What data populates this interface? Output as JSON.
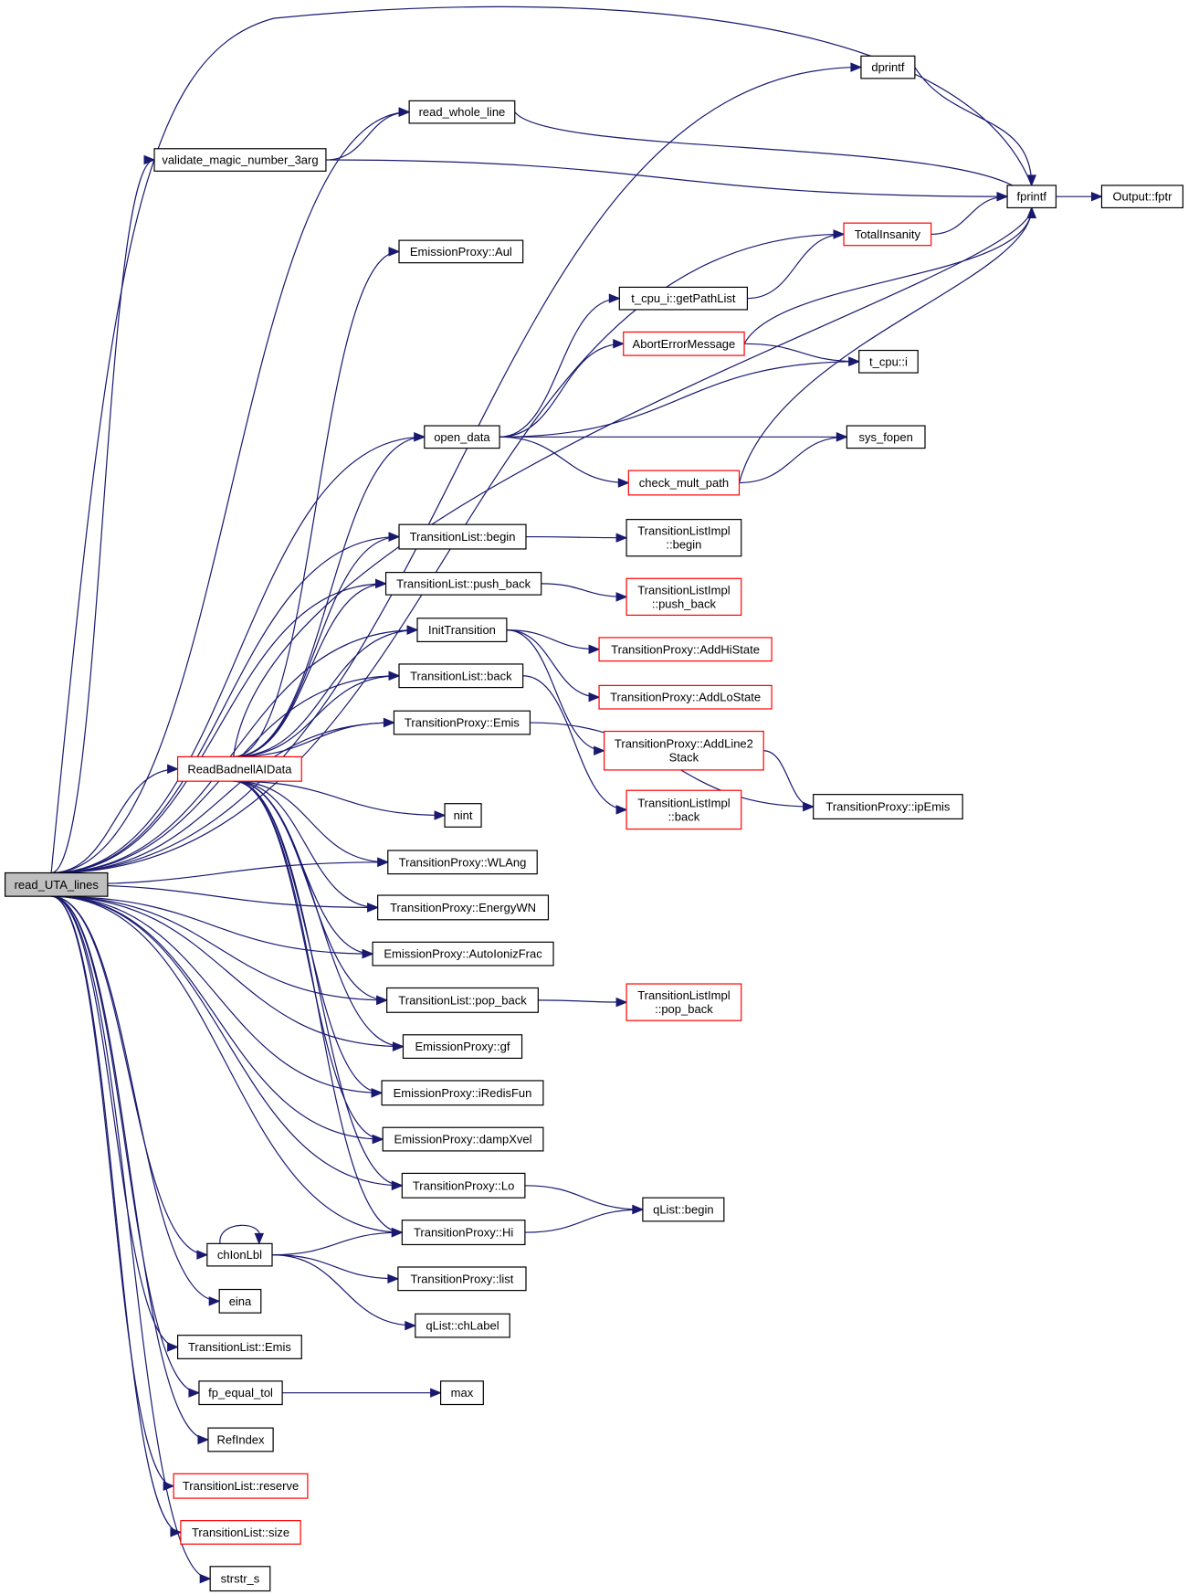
{
  "colors": {
    "edge": "#191970",
    "normal_border": "#000000",
    "truncated_border": "#ff0000",
    "root_fill": "#bfbfbf",
    "node_fill": "#ffffff"
  },
  "nodes": {
    "read_UTA_lines": {
      "label": [
        "read_UTA_lines"
      ],
      "style": "root"
    },
    "dprintf": {
      "label": [
        "dprintf"
      ],
      "style": "normal"
    },
    "read_whole_line": {
      "label": [
        "read_whole_line"
      ],
      "style": "normal"
    },
    "validate_magic_number_3arg": {
      "label": [
        "validate_magic_number_3arg"
      ],
      "style": "normal"
    },
    "fprintf": {
      "label": [
        "fprintf"
      ],
      "style": "normal"
    },
    "Output_fptr": {
      "label": [
        "Output::fptr"
      ],
      "style": "normal"
    },
    "TotalInsanity": {
      "label": [
        "TotalInsanity"
      ],
      "style": "truncated"
    },
    "EmissionProxy_Aul": {
      "label": [
        "EmissionProxy::Aul"
      ],
      "style": "normal"
    },
    "t_cpu_i_getPathList": {
      "label": [
        "t_cpu_i::getPathList"
      ],
      "style": "normal"
    },
    "AbortErrorMessage": {
      "label": [
        "AbortErrorMessage"
      ],
      "style": "truncated"
    },
    "t_cpu_i": {
      "label": [
        "t_cpu::i"
      ],
      "style": "normal"
    },
    "open_data": {
      "label": [
        "open_data"
      ],
      "style": "normal"
    },
    "sys_fopen": {
      "label": [
        "sys_fopen"
      ],
      "style": "normal"
    },
    "check_mult_path": {
      "label": [
        "check_mult_path"
      ],
      "style": "truncated"
    },
    "TransitionList_begin": {
      "label": [
        "TransitionList::begin"
      ],
      "style": "normal"
    },
    "TransitionListImpl_begin": {
      "label": [
        "TransitionListImpl",
        "::begin"
      ],
      "style": "normal"
    },
    "TransitionList_push_back": {
      "label": [
        "TransitionList::push_back"
      ],
      "style": "normal"
    },
    "TransitionListImpl_push_back": {
      "label": [
        "TransitionListImpl",
        "::push_back"
      ],
      "style": "truncated"
    },
    "InitTransition": {
      "label": [
        "InitTransition"
      ],
      "style": "normal"
    },
    "TransitionProxy_AddHiState": {
      "label": [
        "TransitionProxy::AddHiState"
      ],
      "style": "truncated"
    },
    "TransitionList_back": {
      "label": [
        "TransitionList::back"
      ],
      "style": "normal"
    },
    "TransitionProxy_AddLoState": {
      "label": [
        "TransitionProxy::AddLoState"
      ],
      "style": "truncated"
    },
    "TransitionProxy_Emis": {
      "label": [
        "TransitionProxy::Emis"
      ],
      "style": "normal"
    },
    "TransitionProxy_AddLine2Stack": {
      "label": [
        "TransitionProxy::AddLine2",
        "Stack"
      ],
      "style": "truncated"
    },
    "ReadBadnellAIData": {
      "label": [
        "ReadBadnellAIData"
      ],
      "style": "truncated"
    },
    "TransitionListImpl_back": {
      "label": [
        "TransitionListImpl",
        "::back"
      ],
      "style": "truncated"
    },
    "TransitionProxy_ipEmis": {
      "label": [
        "TransitionProxy::ipEmis"
      ],
      "style": "normal"
    },
    "nint": {
      "label": [
        "nint"
      ],
      "style": "normal"
    },
    "TransitionProxy_WLAng": {
      "label": [
        "TransitionProxy::WLAng"
      ],
      "style": "normal"
    },
    "TransitionProxy_EnergyWN": {
      "label": [
        "TransitionProxy::EnergyWN"
      ],
      "style": "normal"
    },
    "EmissionProxy_AutoIonizFrac": {
      "label": [
        "EmissionProxy::AutoIonizFrac"
      ],
      "style": "normal"
    },
    "TransitionList_pop_back": {
      "label": [
        "TransitionList::pop_back"
      ],
      "style": "normal"
    },
    "TransitionListImpl_pop_back": {
      "label": [
        "TransitionListImpl",
        "::pop_back"
      ],
      "style": "truncated"
    },
    "EmissionProxy_gf": {
      "label": [
        "EmissionProxy::gf"
      ],
      "style": "normal"
    },
    "EmissionProxy_iRedisFun": {
      "label": [
        "EmissionProxy::iRedisFun"
      ],
      "style": "normal"
    },
    "EmissionProxy_dampXvel": {
      "label": [
        "EmissionProxy::dampXvel"
      ],
      "style": "normal"
    },
    "TransitionProxy_Lo": {
      "label": [
        "TransitionProxy::Lo"
      ],
      "style": "normal"
    },
    "qList_begin": {
      "label": [
        "qList::begin"
      ],
      "style": "normal"
    },
    "chIonLbl": {
      "label": [
        "chIonLbl"
      ],
      "style": "normal"
    },
    "TransitionProxy_Hi": {
      "label": [
        "TransitionProxy::Hi"
      ],
      "style": "normal"
    },
    "TransitionProxy_list": {
      "label": [
        "TransitionProxy::list"
      ],
      "style": "normal"
    },
    "qList_chLabel": {
      "label": [
        "qList::chLabel"
      ],
      "style": "normal"
    },
    "eina": {
      "label": [
        "eina"
      ],
      "style": "normal"
    },
    "TransitionList_Emis": {
      "label": [
        "TransitionList::Emis"
      ],
      "style": "normal"
    },
    "fp_equal_tol": {
      "label": [
        "fp_equal_tol"
      ],
      "style": "normal"
    },
    "max": {
      "label": [
        "max"
      ],
      "style": "normal"
    },
    "RefIndex": {
      "label": [
        "RefIndex"
      ],
      "style": "normal"
    },
    "TransitionList_reserve": {
      "label": [
        "TransitionList::reserve"
      ],
      "style": "truncated"
    },
    "TransitionList_size": {
      "label": [
        "TransitionList::size"
      ],
      "style": "truncated"
    },
    "strstr_s": {
      "label": [
        "strstr_s"
      ],
      "style": "normal"
    }
  },
  "edges": [
    [
      "read_UTA_lines",
      "fprintf"
    ],
    [
      "read_UTA_lines",
      "dprintf"
    ],
    [
      "read_UTA_lines",
      "read_whole_line"
    ],
    [
      "read_UTA_lines",
      "validate_magic_number_3arg"
    ],
    [
      "read_UTA_lines",
      "TotalInsanity"
    ],
    [
      "read_UTA_lines",
      "open_data"
    ],
    [
      "read_UTA_lines",
      "TransitionList_begin"
    ],
    [
      "read_UTA_lines",
      "TransitionList_push_back"
    ],
    [
      "read_UTA_lines",
      "InitTransition"
    ],
    [
      "read_UTA_lines",
      "TransitionList_back"
    ],
    [
      "read_UTA_lines",
      "TransitionProxy_Emis"
    ],
    [
      "read_UTA_lines",
      "ReadBadnellAIData"
    ],
    [
      "read_UTA_lines",
      "TransitionProxy_WLAng"
    ],
    [
      "read_UTA_lines",
      "TransitionProxy_EnergyWN"
    ],
    [
      "read_UTA_lines",
      "EmissionProxy_AutoIonizFrac"
    ],
    [
      "read_UTA_lines",
      "TransitionList_pop_back"
    ],
    [
      "read_UTA_lines",
      "EmissionProxy_gf"
    ],
    [
      "read_UTA_lines",
      "EmissionProxy_iRedisFun"
    ],
    [
      "read_UTA_lines",
      "EmissionProxy_dampXvel"
    ],
    [
      "read_UTA_lines",
      "TransitionProxy_Lo"
    ],
    [
      "read_UTA_lines",
      "TransitionProxy_Hi"
    ],
    [
      "read_UTA_lines",
      "chIonLbl"
    ],
    [
      "read_UTA_lines",
      "eina"
    ],
    [
      "read_UTA_lines",
      "TransitionList_Emis"
    ],
    [
      "read_UTA_lines",
      "fp_equal_tol"
    ],
    [
      "read_UTA_lines",
      "RefIndex"
    ],
    [
      "read_UTA_lines",
      "TransitionList_reserve"
    ],
    [
      "read_UTA_lines",
      "TransitionList_size"
    ],
    [
      "read_UTA_lines",
      "strstr_s"
    ],
    [
      "dprintf",
      "fprintf"
    ],
    [
      "read_whole_line",
      "fprintf"
    ],
    [
      "validate_magic_number_3arg",
      "read_whole_line"
    ],
    [
      "validate_magic_number_3arg",
      "fprintf"
    ],
    [
      "fprintf",
      "Output_fptr"
    ],
    [
      "TotalInsanity",
      "fprintf"
    ],
    [
      "t_cpu_i_getPathList",
      "TotalInsanity"
    ],
    [
      "AbortErrorMessage",
      "fprintf"
    ],
    [
      "AbortErrorMessage",
      "t_cpu_i"
    ],
    [
      "open_data",
      "t_cpu_i_getPathList"
    ],
    [
      "open_data",
      "AbortErrorMessage"
    ],
    [
      "open_data",
      "t_cpu_i"
    ],
    [
      "open_data",
      "sys_fopen"
    ],
    [
      "open_data",
      "check_mult_path"
    ],
    [
      "check_mult_path",
      "sys_fopen"
    ],
    [
      "check_mult_path",
      "fprintf"
    ],
    [
      "TransitionList_begin",
      "TransitionListImpl_begin"
    ],
    [
      "TransitionList_push_back",
      "TransitionListImpl_push_back"
    ],
    [
      "InitTransition",
      "TransitionProxy_AddHiState"
    ],
    [
      "InitTransition",
      "TransitionProxy_AddLoState"
    ],
    [
      "InitTransition",
      "TransitionProxy_AddLine2Stack"
    ],
    [
      "TransitionList_back",
      "TransitionListImpl_back"
    ],
    [
      "TransitionProxy_Emis",
      "TransitionProxy_ipEmis"
    ],
    [
      "TransitionProxy_AddLine2Stack",
      "TransitionProxy_ipEmis"
    ],
    [
      "ReadBadnellAIData",
      "EmissionProxy_Aul"
    ],
    [
      "ReadBadnellAIData",
      "open_data"
    ],
    [
      "ReadBadnellAIData",
      "TransitionList_begin"
    ],
    [
      "ReadBadnellAIData",
      "TransitionList_push_back"
    ],
    [
      "ReadBadnellAIData",
      "InitTransition"
    ],
    [
      "ReadBadnellAIData",
      "TransitionList_back"
    ],
    [
      "ReadBadnellAIData",
      "TransitionProxy_Emis"
    ],
    [
      "ReadBadnellAIData",
      "fprintf"
    ],
    [
      "ReadBadnellAIData",
      "nint"
    ],
    [
      "ReadBadnellAIData",
      "TransitionProxy_WLAng"
    ],
    [
      "ReadBadnellAIData",
      "TransitionProxy_EnergyWN"
    ],
    [
      "ReadBadnellAIData",
      "EmissionProxy_AutoIonizFrac"
    ],
    [
      "ReadBadnellAIData",
      "TransitionList_pop_back"
    ],
    [
      "ReadBadnellAIData",
      "EmissionProxy_gf"
    ],
    [
      "ReadBadnellAIData",
      "EmissionProxy_iRedisFun"
    ],
    [
      "ReadBadnellAIData",
      "EmissionProxy_dampXvel"
    ],
    [
      "ReadBadnellAIData",
      "TransitionProxy_Lo"
    ],
    [
      "ReadBadnellAIData",
      "TransitionProxy_Hi"
    ],
    [
      "TransitionList_pop_back",
      "TransitionListImpl_pop_back"
    ],
    [
      "TransitionProxy_Lo",
      "qList_begin"
    ],
    [
      "TransitionProxy_Hi",
      "qList_begin"
    ],
    [
      "chIonLbl",
      "chIonLbl"
    ],
    [
      "chIonLbl",
      "TransitionProxy_Hi"
    ],
    [
      "chIonLbl",
      "TransitionProxy_list"
    ],
    [
      "chIonLbl",
      "qList_chLabel"
    ],
    [
      "fp_equal_tol",
      "max"
    ]
  ]
}
